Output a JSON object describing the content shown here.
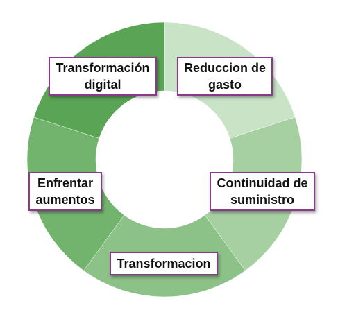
{
  "diagram": {
    "type": "donut-cycle",
    "segments": [
      {
        "label": "Reduccion de gasto",
        "color": "#c8e3c5"
      },
      {
        "label": "Continuidad de suministro",
        "color": "#a6d0a2"
      },
      {
        "label": "Transformacion",
        "color": "#8cc287"
      },
      {
        "label": "Enfrentar aumentos",
        "color": "#72b46d"
      },
      {
        "label": "Transformación digital",
        "color": "#5aa455"
      }
    ],
    "border_color": "#8a3a8a"
  }
}
